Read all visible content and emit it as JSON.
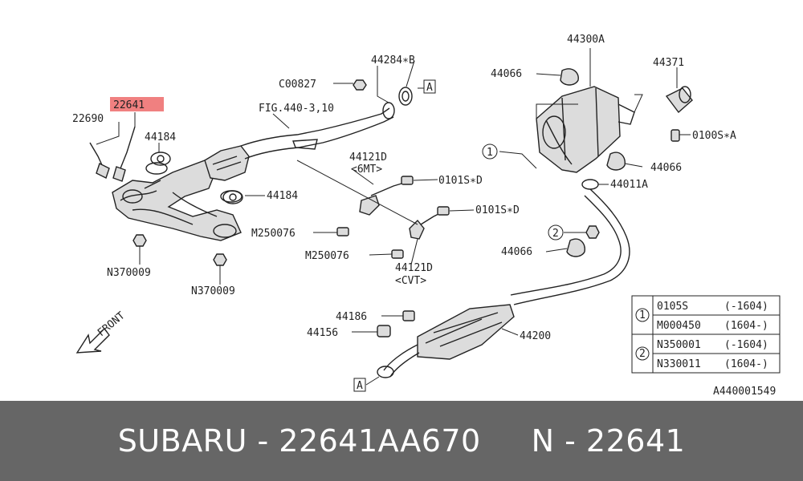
{
  "diagram": {
    "labels": {
      "p22641": "22641",
      "p22690": "22690",
      "p44184a": "44184",
      "p44184b": "44184",
      "n370009a": "N370009",
      "n370009b": "N370009",
      "c00827": "C00827",
      "p44284": "44284∗B",
      "fig": "FIG.440-3,10",
      "p44121d_top": "44121D",
      "p44121d_top_sub": "<6MT>",
      "p0101s_a": "0101S∗D",
      "p0101s_b": "0101S∗D",
      "m250076a": "M250076",
      "m250076b": "M250076",
      "p44121d_bot": "44121D",
      "p44121d_bot_sub": "<CVT>",
      "p44300a": "44300A",
      "p44066a": "44066",
      "p44066b": "44066",
      "p44066c": "44066",
      "p44371": "44371",
      "p0100s": "0100S∗A",
      "p44011a": "44011A",
      "p44186": "44186",
      "p44156": "44156",
      "p44200": "44200",
      "callout1": "1",
      "callout2": "2",
      "box_a_top": "A",
      "box_a_bottom": "A",
      "front": "FRONT",
      "drawing_no": "A440001549"
    },
    "legend": {
      "rows": [
        {
          "key": "1",
          "part": "0105S",
          "range": "(-1604)"
        },
        {
          "key": "",
          "part": "M000450",
          "range": "(1604-)"
        },
        {
          "key": "2",
          "part": "N350001",
          "range": "(-1604)"
        },
        {
          "key": "",
          "part": "N330011",
          "range": "(1604-)"
        }
      ]
    },
    "highlight_color": "#f08080"
  },
  "footer": {
    "text": "SUBARU - 22641AA670     N - 22641"
  }
}
